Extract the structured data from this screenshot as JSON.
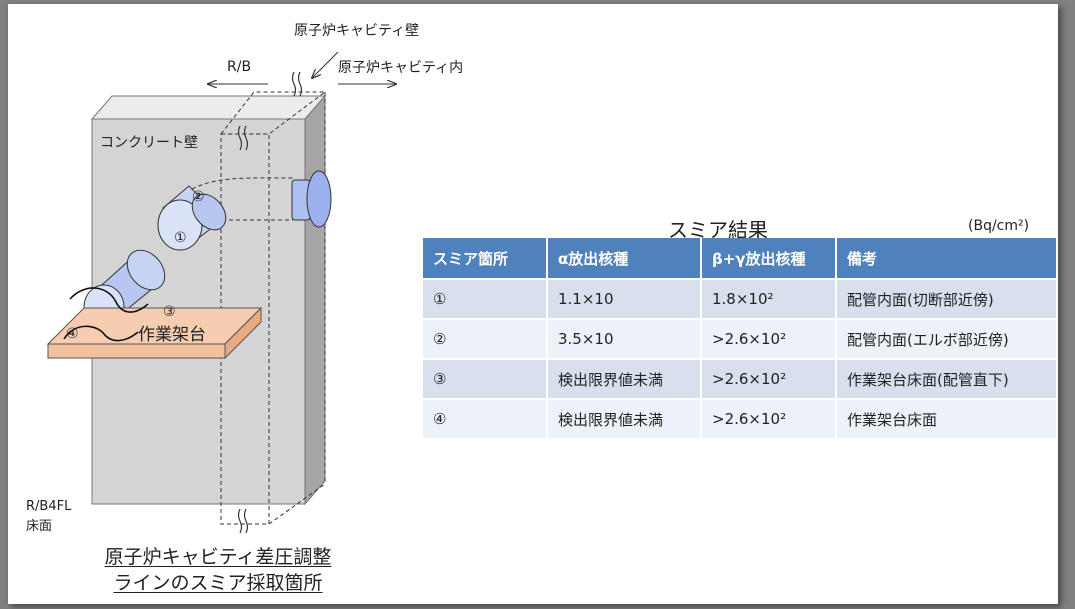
{
  "diagram": {
    "label_cavity_wall": "原子炉キャビティ壁",
    "label_rb": "R/B",
    "label_cavity_inside": "原子炉キャビティ内",
    "label_concrete_wall": "コンクリート壁",
    "marker_2": "②",
    "marker_1": "①",
    "marker_3": "③",
    "marker_4": "④",
    "label_platform": "作業架台",
    "label_floor_line1": "R/B4FL",
    "label_floor_line2": "床面",
    "colors": {
      "wall": "#d4d4d4",
      "pipe": "#b7c7ef",
      "platform": "#f6cdb0",
      "flange": "#aebff2"
    }
  },
  "caption": {
    "line1": "原子炉キャビティ差圧調整",
    "line2": "ラインのスミア採取箇所"
  },
  "results": {
    "title": "スミア結果",
    "unit": "(Bq/cm²)",
    "headers": [
      "スミア箇所",
      "α放出核種",
      "β+γ放出核種",
      "備考"
    ],
    "rows": [
      [
        "①",
        "1.1×10",
        "1.8×10²",
        "配管内面(切断部近傍)"
      ],
      [
        "②",
        "3.5×10",
        ">2.6×10²",
        "配管内面(エルボ部近傍)"
      ],
      [
        "③",
        "検出限界値未満",
        ">2.6×10²",
        "作業架台床面(配管直下)"
      ],
      [
        "④",
        "検出限界値未満",
        ">2.6×10²",
        "作業架台床面"
      ]
    ],
    "header_color": "#4f81bd"
  }
}
